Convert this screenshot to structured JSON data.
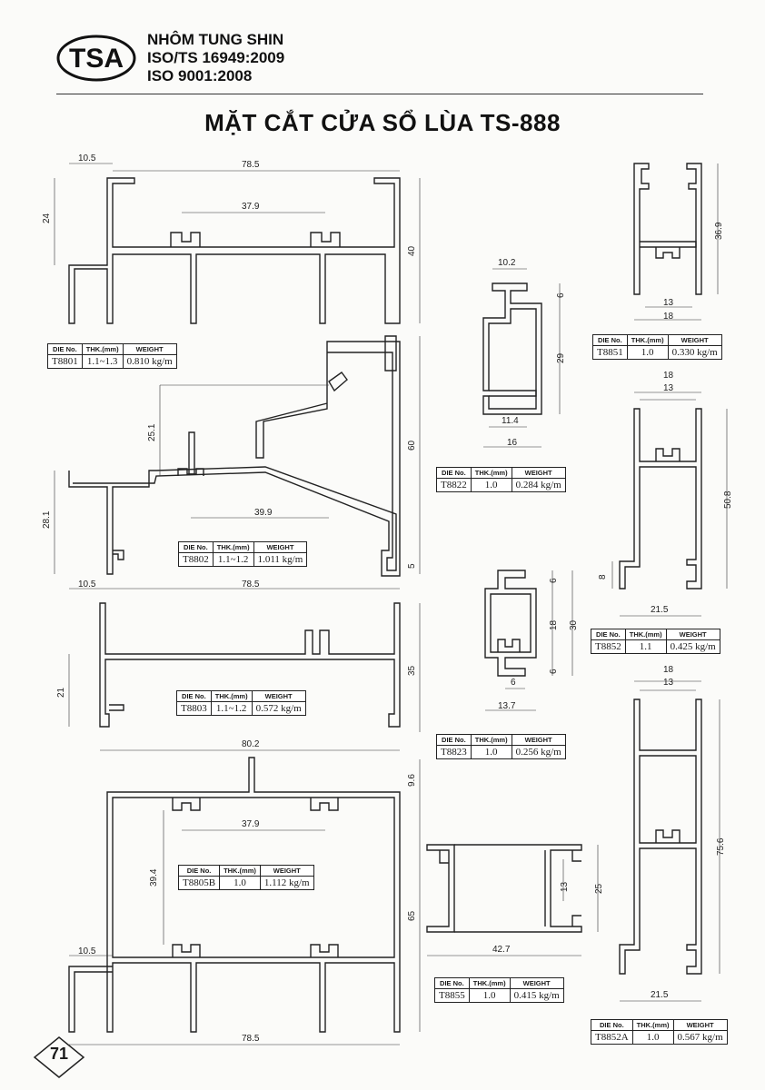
{
  "header": {
    "logo_text": "TSA",
    "company_name": "NHÔM TUNG SHIN",
    "cert_1": "ISO/TS 16949:2009",
    "cert_2": "ISO 9001:2008"
  },
  "title": "MẶT CẮT CỬA SỔ LÙA TS-888",
  "table_headers": {
    "die_no": "DIE No.",
    "thk": "THK.(mm)",
    "weight": "WEIGHT"
  },
  "profiles": [
    {
      "die": "T8801",
      "thk": "1.1~1.3",
      "weight": "0.810 kg/m"
    },
    {
      "die": "T8802",
      "thk": "1.1~1.2",
      "weight": "1.011 kg/m"
    },
    {
      "die": "T8803",
      "thk": "1.1~1.2",
      "weight": "0.572 kg/m"
    },
    {
      "die": "T8805B",
      "thk": "1.0",
      "weight": "1.112 kg/m"
    },
    {
      "die": "T8822",
      "thk": "1.0",
      "weight": "0.284 kg/m"
    },
    {
      "die": "T8823",
      "thk": "1.0",
      "weight": "0.256 kg/m"
    },
    {
      "die": "T8855",
      "thk": "1.0",
      "weight": "0.415 kg/m"
    },
    {
      "die": "T8851",
      "thk": "1.0",
      "weight": "0.330 kg/m"
    },
    {
      "die": "T8852",
      "thk": "1.1",
      "weight": "0.425 kg/m"
    },
    {
      "die": "T8852A",
      "thk": "1.0",
      "weight": "0.567 kg/m"
    }
  ],
  "dimensions": {
    "t8801": [
      "10.5",
      "78.5",
      "37.9",
      "24",
      "40"
    ],
    "t8802": [
      "25.1",
      "60",
      "28.1",
      "39.9",
      "5",
      "10.5",
      "78.5"
    ],
    "t8803": [
      "21",
      "35",
      "80.2"
    ],
    "t8805b": [
      "9.6",
      "37.9",
      "39.4",
      "65",
      "10.5",
      "78.5"
    ],
    "t8822": [
      "10.2",
      "6",
      "29",
      "11.4",
      "16"
    ],
    "t8823": [
      "6",
      "18",
      "30",
      "6",
      "6",
      "13.7"
    ],
    "t8855": [
      "13",
      "25",
      "42.7"
    ],
    "t8851": [
      "36.9",
      "13",
      "18"
    ],
    "t8852": [
      "18",
      "13",
      "50.8",
      "8",
      "21.5"
    ],
    "t8852a": [
      "18",
      "13",
      "75.6",
      "21.5"
    ]
  },
  "page_number": "71"
}
